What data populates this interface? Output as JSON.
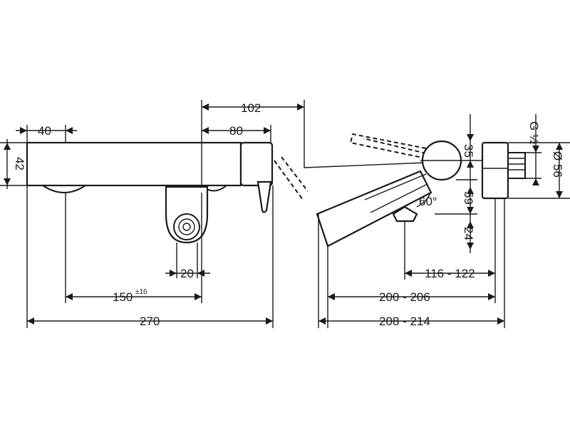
{
  "front_view": {
    "dim_width_top": "40",
    "dim_height_left": "42",
    "dim_spout_reach": "102",
    "dim_lever_offset": "80",
    "dim_outlet_width": "20",
    "dim_connection_spacing": "150",
    "dim_connection_tolerance": "±16",
    "dim_total_width": "270"
  },
  "side_view": {
    "dim_thread": "G ½",
    "dim_diameter": "Ø 56",
    "dim_top_offset": "35",
    "dim_mid_offset": "59",
    "dim_angle": "60°",
    "dim_bottom_offset": "24",
    "dim_outlet_range": "116 - 122",
    "dim_spout_range": "200 - 206",
    "dim_total_range": "208 - 214"
  }
}
